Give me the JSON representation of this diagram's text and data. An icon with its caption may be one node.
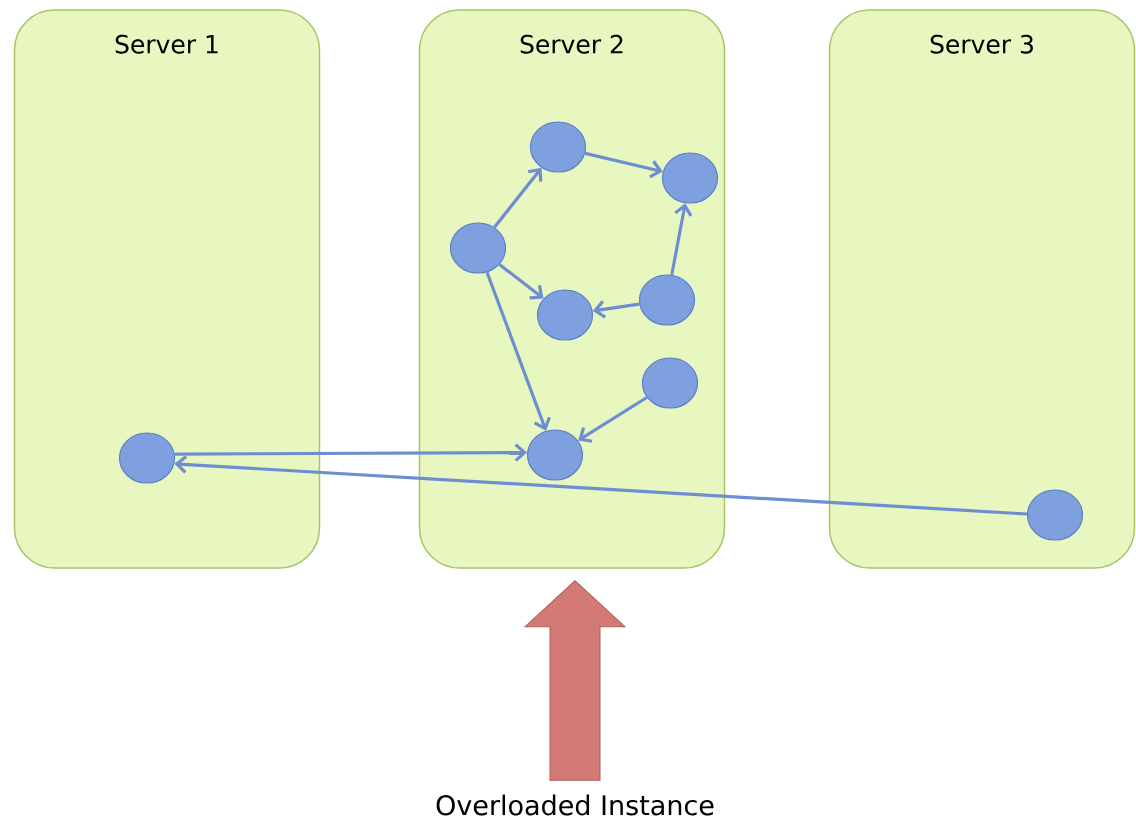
{
  "diagram": {
    "nodes": [
      {
        "text": [
          "Server 1"
        ]
      },
      {
        "text": [
          "Server 2"
        ]
      },
      {
        "text": [
          "Server 3"
        ]
      },
      {
        "text": [],
        "shape": "circle",
        "in": 1
      },
      {
        "text": [],
        "shape": "circle",
        "in": 1
      },
      {
        "text": [],
        "shape": "circle",
        "in": 1
      },
      {
        "text": [],
        "shape": "circle",
        "in": 1
      },
      {
        "text": [],
        "shape": "circle",
        "in": 1
      },
      {
        "text": [],
        "shape": "circle",
        "in": 1
      },
      {
        "text": [],
        "shape": "circle",
        "in": 0
      },
      {
        "text": [],
        "shape": "circle",
        "in": 1
      },
      {
        "text": [],
        "shape": "circle",
        "in": 2
      },
      {
        "text": [
          "Overloaded Instance"
        ]
      }
    ],
    "edges": [
      {
        "from": 5,
        "to": 3,
        "arrow": "to"
      },
      {
        "from": 3,
        "to": 4,
        "arrow": "to"
      },
      {
        "from": 5,
        "to": 7,
        "arrow": "to"
      },
      {
        "from": 6,
        "to": 7,
        "arrow": "to"
      },
      {
        "from": 6,
        "to": 4,
        "arrow": "to"
      },
      {
        "from": 5,
        "to": 10,
        "arrow": "to"
      },
      {
        "from": 8,
        "to": 10,
        "arrow": "to"
      },
      {
        "from": 9,
        "to": 10,
        "arrow": "to"
      },
      {
        "from": 11,
        "to": 9,
        "arrow": "to"
      },
      {
        "from": 12,
        "to": 1,
        "arrow": "to",
        "style": "thick",
        "color": "#d47a76"
      }
    ]
  }
}
